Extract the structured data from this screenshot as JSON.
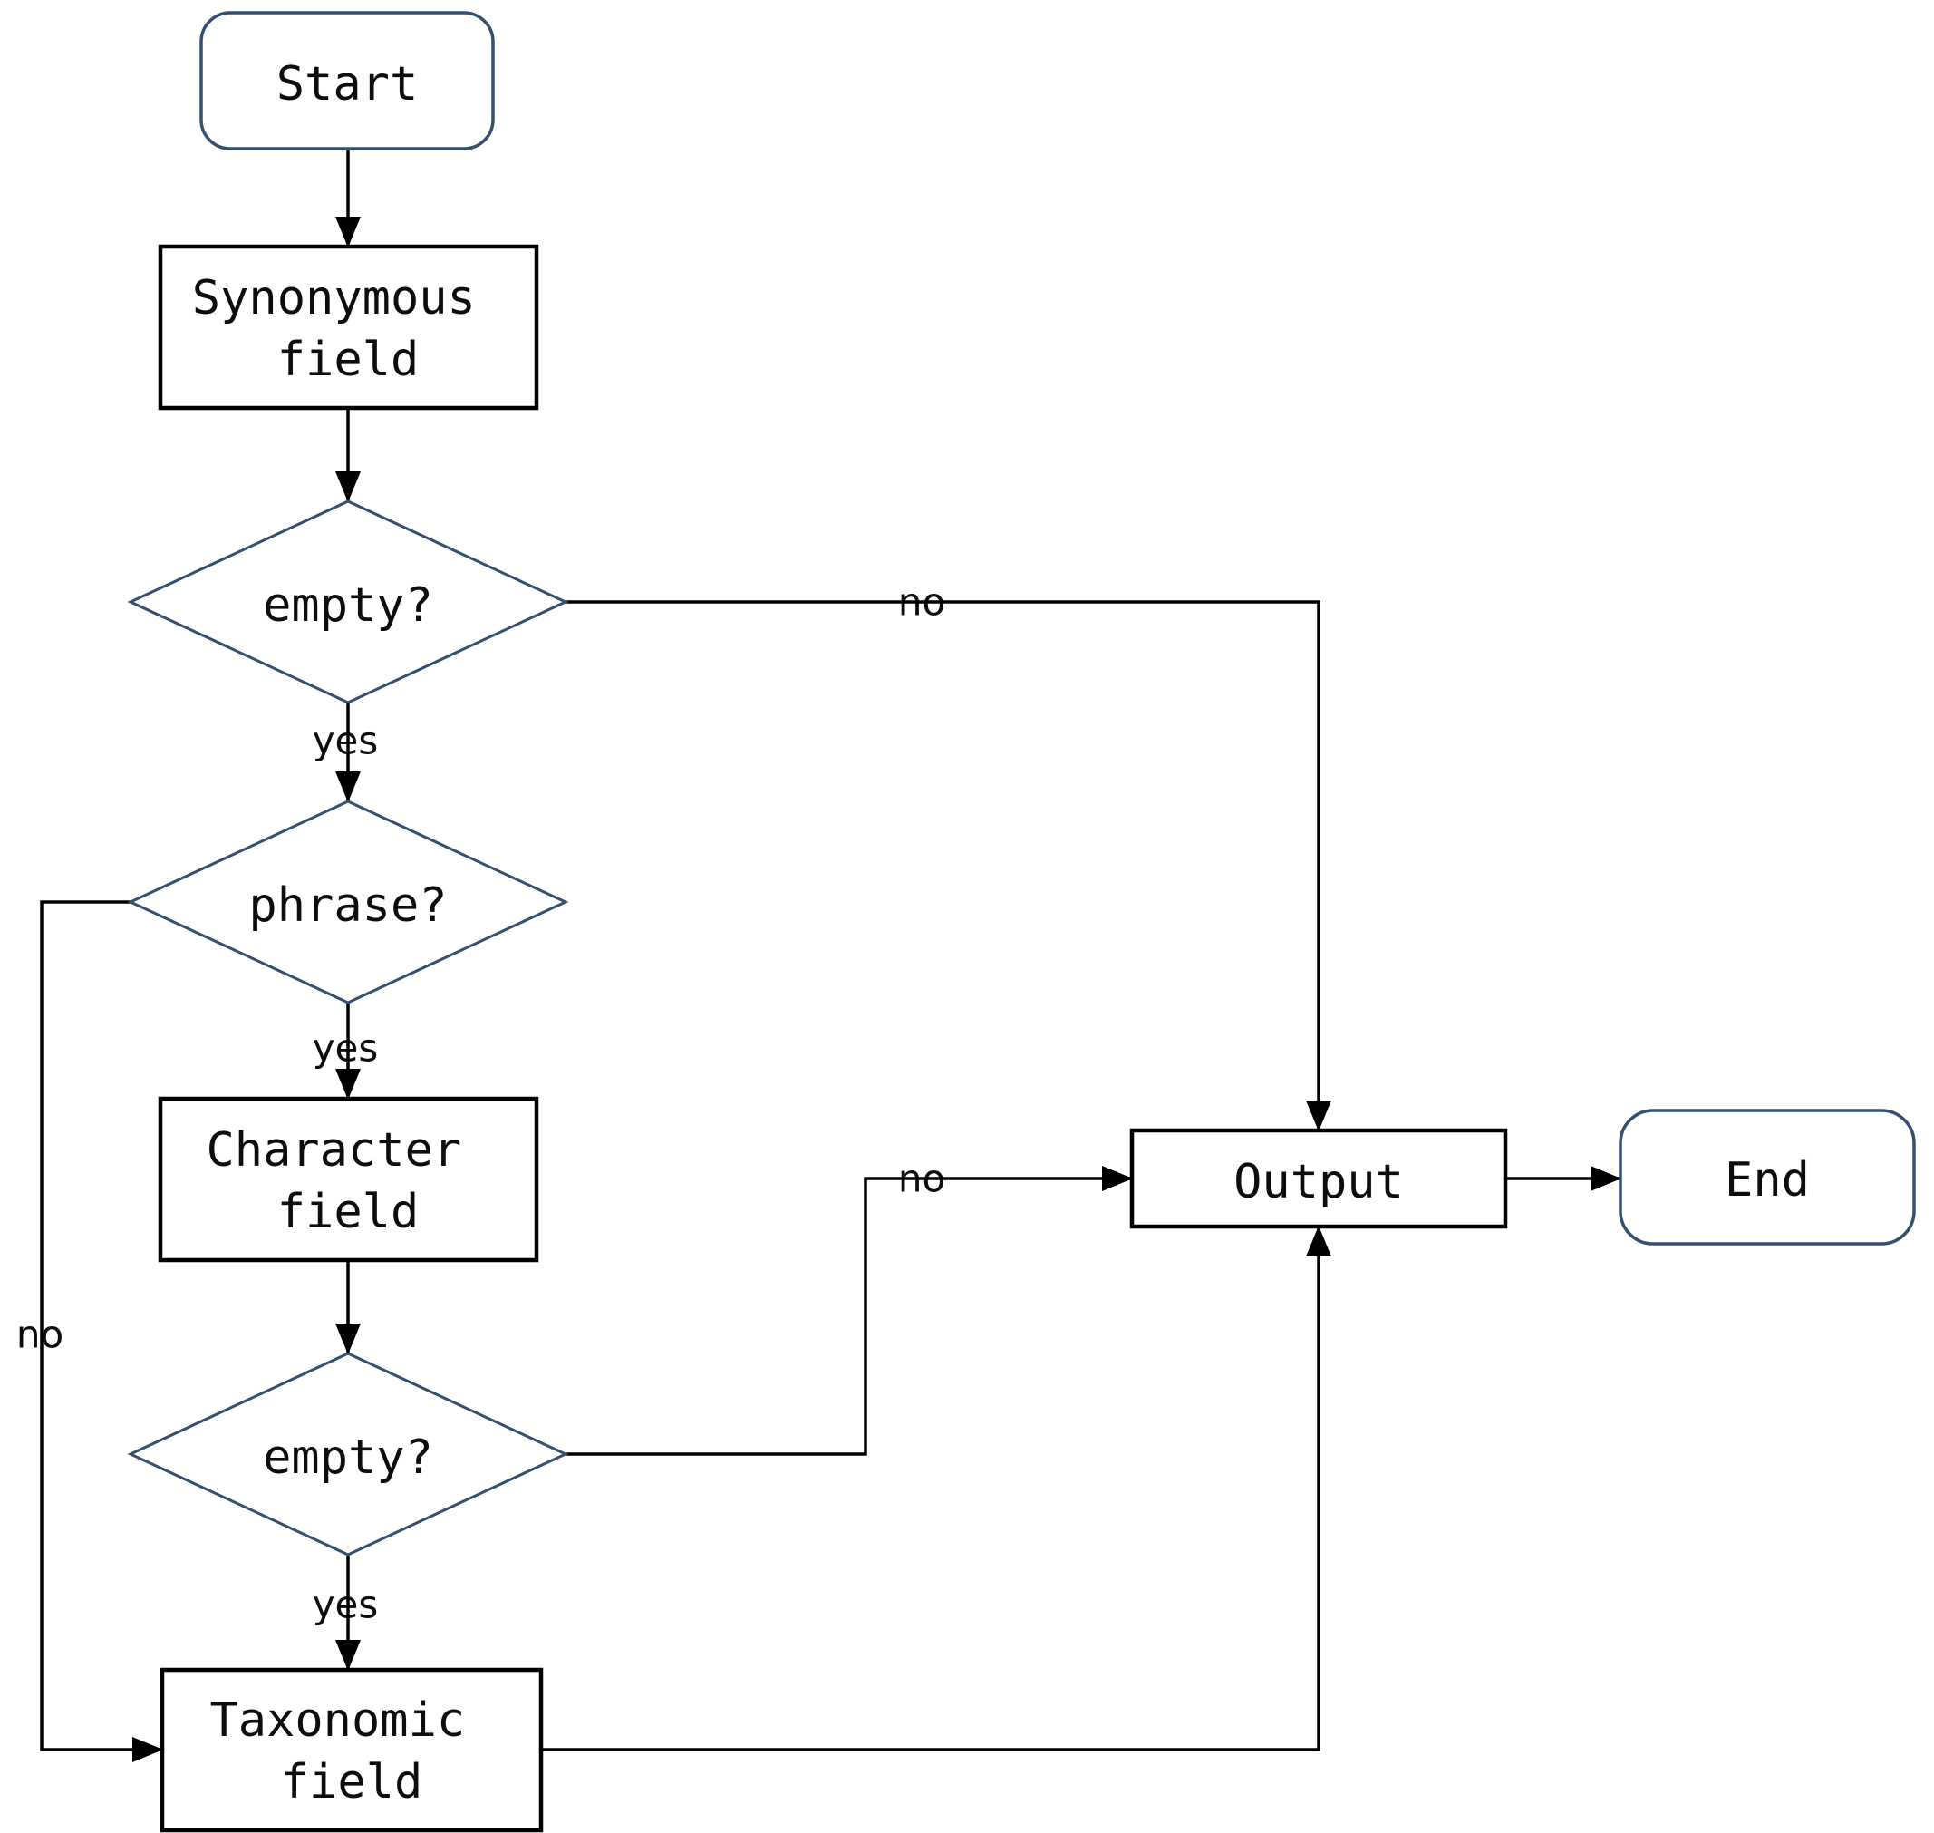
{
  "diagram": {
    "type": "flowchart",
    "background": "#ffffff",
    "colors": {
      "terminal_and_decision_border": "#34506e",
      "process_border": "#000000",
      "connector": "#000000",
      "text": "#0d0d0d"
    },
    "nodes": [
      {
        "id": "start",
        "shape": "terminal-rounded",
        "label": "Start"
      },
      {
        "id": "synonymous-field",
        "shape": "process-rect",
        "label": "Synonymous field",
        "lines": [
          "Synonymous",
          "field"
        ]
      },
      {
        "id": "empty-check-1",
        "shape": "decision-diamond",
        "label": "empty?"
      },
      {
        "id": "phrase-check",
        "shape": "decision-diamond",
        "label": "phrase?"
      },
      {
        "id": "character-field",
        "shape": "process-rect",
        "label": "Character field",
        "lines": [
          "Character",
          "field"
        ]
      },
      {
        "id": "empty-check-2",
        "shape": "decision-diamond",
        "label": "empty?"
      },
      {
        "id": "taxonomic-field",
        "shape": "process-rect",
        "label": "Taxonomic field",
        "lines": [
          "Taxonomic",
          "field"
        ]
      },
      {
        "id": "output",
        "shape": "process-rect",
        "label": "Output"
      },
      {
        "id": "end",
        "shape": "terminal-rounded",
        "label": "End"
      }
    ],
    "edges": [
      {
        "from": "start",
        "to": "synonymous-field",
        "label": ""
      },
      {
        "from": "synonymous-field",
        "to": "empty-check-1",
        "label": ""
      },
      {
        "from": "empty-check-1",
        "to": "phrase-check",
        "label": "yes"
      },
      {
        "from": "empty-check-1",
        "to": "output",
        "label": "no"
      },
      {
        "from": "phrase-check",
        "to": "character-field",
        "label": "yes"
      },
      {
        "from": "phrase-check",
        "to": "taxonomic-field",
        "label": "no"
      },
      {
        "from": "character-field",
        "to": "empty-check-2",
        "label": ""
      },
      {
        "from": "empty-check-2",
        "to": "taxonomic-field",
        "label": "yes"
      },
      {
        "from": "empty-check-2",
        "to": "output",
        "label": "no"
      },
      {
        "from": "taxonomic-field",
        "to": "output",
        "label": ""
      },
      {
        "from": "output",
        "to": "end",
        "label": ""
      }
    ]
  }
}
